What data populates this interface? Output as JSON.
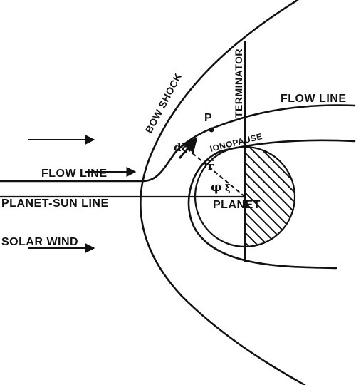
{
  "labels": {
    "bow_shock": "BOW SHOCK",
    "terminator": "TERMINATOR",
    "flow_line_upper": "FLOW LINE",
    "flow_line_left": "FLOW LINE",
    "point_p": "P",
    "ionopause": "IONOPAUSE",
    "d_xi": "dξ",
    "r_vec": "r",
    "phi": "φ",
    "xi": "ξ",
    "planet_sun_line": "PLANET-SUN LINE",
    "planet": "PLANET",
    "solar_wind": "SOLAR WIND"
  },
  "colors": {
    "ink": "#111111",
    "background": "#ffffff"
  }
}
